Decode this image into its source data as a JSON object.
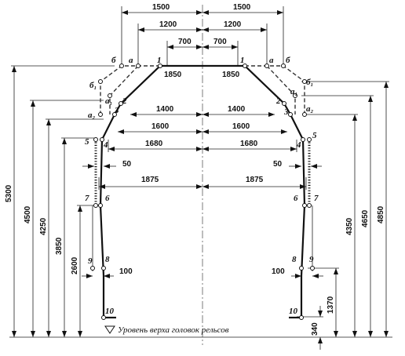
{
  "dimensions": {
    "h1500": "1500",
    "h1200": "1200",
    "h700": "700",
    "h1850": "1850",
    "h1400": "1400",
    "h1600": "1600",
    "h1680": "1680",
    "h50": "50",
    "h1875": "1875",
    "h100": "100",
    "v5300": "5300",
    "v4500": "4500",
    "v4250": "4250",
    "v3850": "3850",
    "v2600": "2600",
    "v4350": "4350",
    "v4650": "4650",
    "v4850": "4850",
    "v1370": "1370",
    "v340": "340"
  },
  "points": {
    "b": "б",
    "a": "а",
    "b1": "б₁",
    "a1": "а₁",
    "a2": "а₂",
    "p1": "1",
    "p2": "2",
    "p3": "3",
    "p4": "4",
    "p5": "5",
    "p6": "6",
    "p7": "7",
    "p8": "8",
    "p9": "9",
    "p10": "10"
  },
  "rail_level_note": "Уровень верха головок рельсов"
}
